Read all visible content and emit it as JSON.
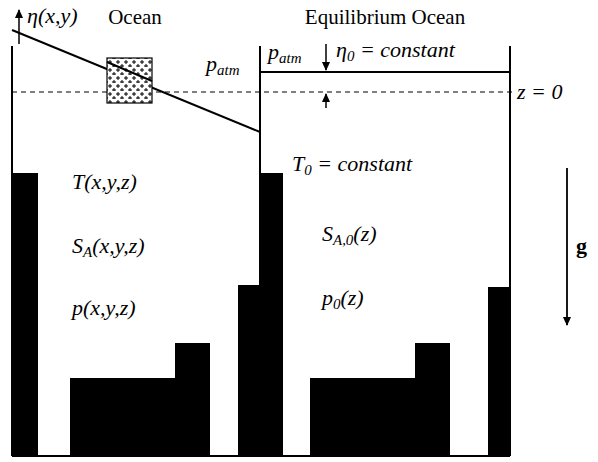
{
  "diagram": {
    "labels": [
      "Ocean",
      "Equilibrium Ocean",
      "η(x,y)",
      "patm",
      "T(x,y,z)",
      "SA(x,y,z)",
      "p(x,y,z)",
      "patm",
      "η0 = constant",
      "z = 0",
      "T0 = constant",
      "SA,0(z)",
      "p0(z)",
      "g"
    ]
  }
}
